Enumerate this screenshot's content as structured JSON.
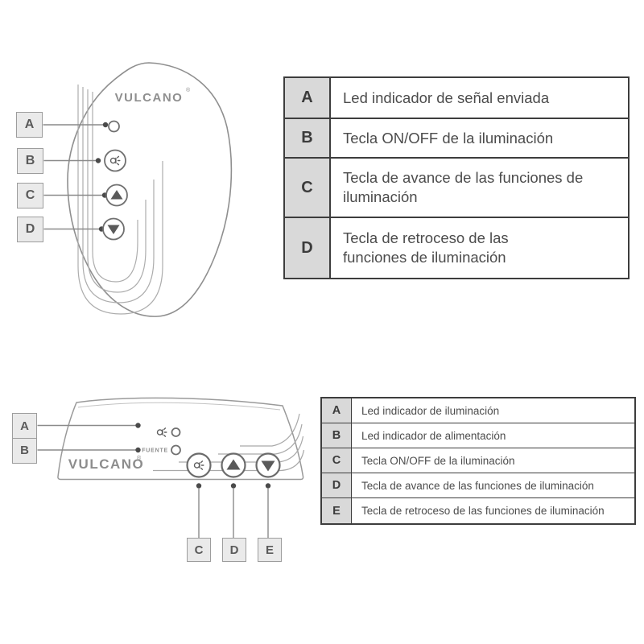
{
  "figures": {
    "remote": {
      "brand": "VULCANO",
      "brand_reg": "®",
      "labels": [
        "A",
        "B",
        "C",
        "D"
      ]
    },
    "receiver": {
      "brand": "VULCANO",
      "brand_reg": "®",
      "fuente_label": "FUENTE",
      "left_labels": [
        "A",
        "B"
      ],
      "bottom_labels": [
        "C",
        "D",
        "E"
      ]
    }
  },
  "tables": {
    "remote_table": {
      "rows": [
        {
          "key": "A",
          "desc": "Led indicador de señal enviada"
        },
        {
          "key": "B",
          "desc": "Tecla ON/OFF de la iluminación"
        },
        {
          "key": "C",
          "desc": "Tecla de avance de las funciones de iluminación"
        },
        {
          "key": "D",
          "desc": "Tecla de retroceso de las funciones de iluminación"
        }
      ]
    },
    "receiver_table": {
      "rows": [
        {
          "key": "A",
          "desc": "Led indicador de iluminación"
        },
        {
          "key": "B",
          "desc": "Led indicador de alimentación"
        },
        {
          "key": "C",
          "desc": "Tecla ON/OFF de la iluminación"
        },
        {
          "key": "D",
          "desc": "Tecla de avance de las funciones de iluminación"
        },
        {
          "key": "E",
          "desc": "Tecla de retroceso de las funciones de iluminación"
        }
      ]
    }
  },
  "colors": {
    "table_border": "#3d3d3d",
    "key_cell_bg": "#d9d9d9",
    "body_text": "#4c4c4c",
    "line_art_gray": "#8f8f8f",
    "label_box_bg": "#eaeaea",
    "brand_gray": "#8d8d8d",
    "dot_dark": "#4a4a4a"
  }
}
